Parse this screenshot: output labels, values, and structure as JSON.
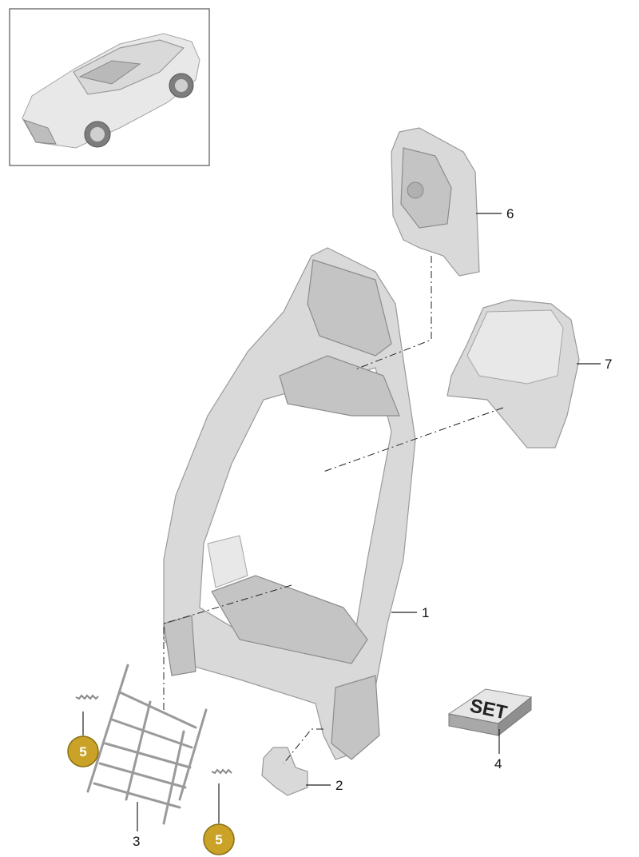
{
  "callouts": [
    {
      "id": "1",
      "label": "1"
    },
    {
      "id": "2",
      "label": "2"
    },
    {
      "id": "3",
      "label": "3"
    },
    {
      "id": "4",
      "label": "4"
    },
    {
      "id": "6",
      "label": "6"
    },
    {
      "id": "7",
      "label": "7"
    }
  ],
  "badges": [
    {
      "id": "5a",
      "label": "5"
    },
    {
      "id": "5b",
      "label": "5"
    }
  ],
  "set_box": {
    "label": "SET"
  },
  "colors": {
    "badge_fill": "#c9a227",
    "badge_stroke": "#8a6f12",
    "part_fill": "#d9d9d9",
    "line": "#222222"
  }
}
